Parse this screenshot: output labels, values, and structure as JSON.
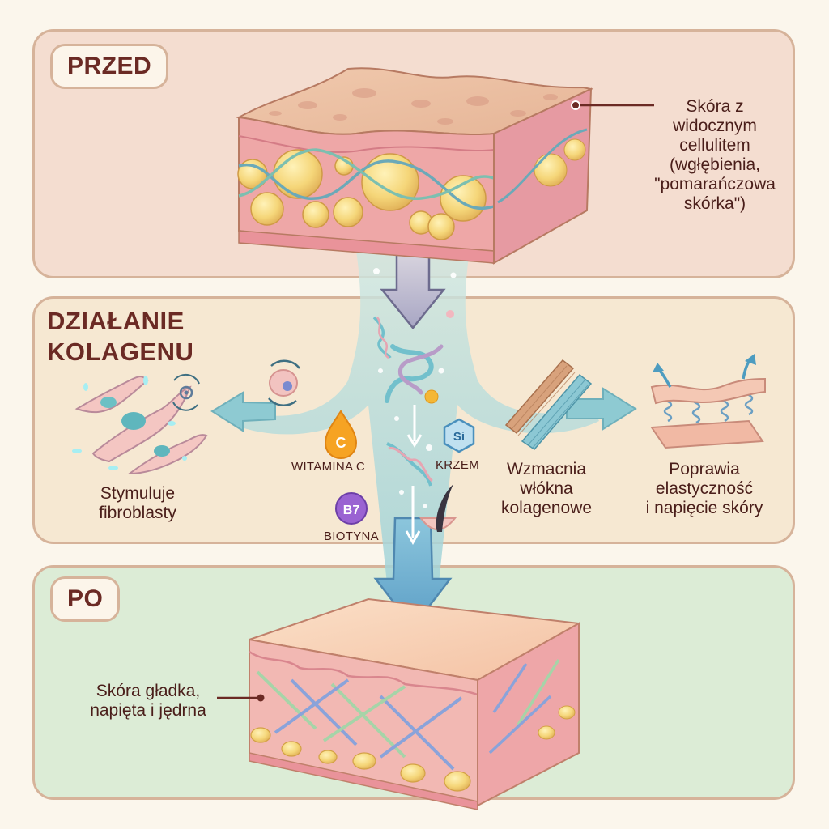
{
  "before": {
    "label": "PRZED",
    "caption_lines": [
      "Skóra z",
      "widocznym",
      "cellulitem",
      "(wgłębienia,",
      "\"pomarańczowa",
      "skórka\")"
    ]
  },
  "action": {
    "title_lines": [
      "DZIAŁANIE",
      "KOLAGENU"
    ],
    "effects": [
      {
        "lines": [
          "Stymuluje",
          "fibroblasty"
        ]
      },
      {
        "lines": [
          "Wzmacnia",
          "włókna",
          "kolagenowe"
        ]
      },
      {
        "lines": [
          "Poprawia",
          "elastyczność",
          "i napięcie skóry"
        ]
      }
    ],
    "ingredients": [
      {
        "label": "WITAMINA C",
        "symbol": "C",
        "color": "#f39a1e"
      },
      {
        "label": "KRZEM",
        "symbol": "Si",
        "color": "#5aa7d2"
      },
      {
        "label": "BIOTYNA",
        "symbol": "B7",
        "color": "#8a55c8"
      }
    ]
  },
  "after": {
    "label": "PO",
    "caption_lines": [
      "Skóra gładka,",
      "napięta i jędrna"
    ]
  },
  "colors": {
    "before_bg": "#f4ddd0",
    "action_bg": "#f6e8d2",
    "after_bg": "#dcecd6",
    "border": "#d6b39a",
    "heading": "#6b2a24",
    "flow": "#a9d8d6"
  }
}
